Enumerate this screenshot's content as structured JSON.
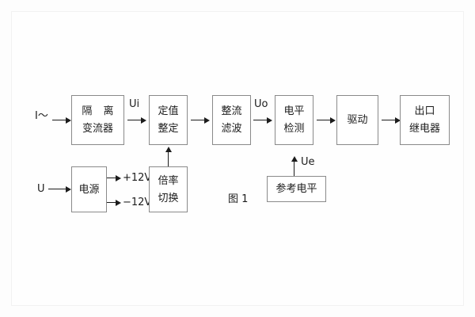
{
  "figure": {
    "caption": "图 1",
    "title": "",
    "background_color": "#fdfdfd",
    "line_color": "#1c1c1c",
    "box_border_color": "#8a8a8a"
  },
  "inputs": {
    "current": "I～",
    "voltage": "U"
  },
  "blocks": {
    "isolation_ct": {
      "line1": "隔 离",
      "line2": "变流器"
    },
    "setting": {
      "line1": "定值",
      "line2": "整定"
    },
    "rectify_filter": {
      "line1": "整流",
      "line2": "滤波"
    },
    "level_detect": {
      "line1": "电平",
      "line2": "检测"
    },
    "drive": {
      "line1": "驱动",
      "line2": ""
    },
    "output_relay": {
      "line1": "出口",
      "line2": "继电器"
    },
    "power_supply": {
      "line1": "电源",
      "line2": ""
    },
    "ratio_switch": {
      "line1": "倍率",
      "line2": "切换"
    },
    "reference_level": {
      "line1": "参考电平",
      "line2": ""
    }
  },
  "signals": {
    "ui": "Ui",
    "uo": "Uo",
    "ue": "Ue"
  },
  "rails": {
    "positive": "+12V",
    "negative": "−12V"
  }
}
